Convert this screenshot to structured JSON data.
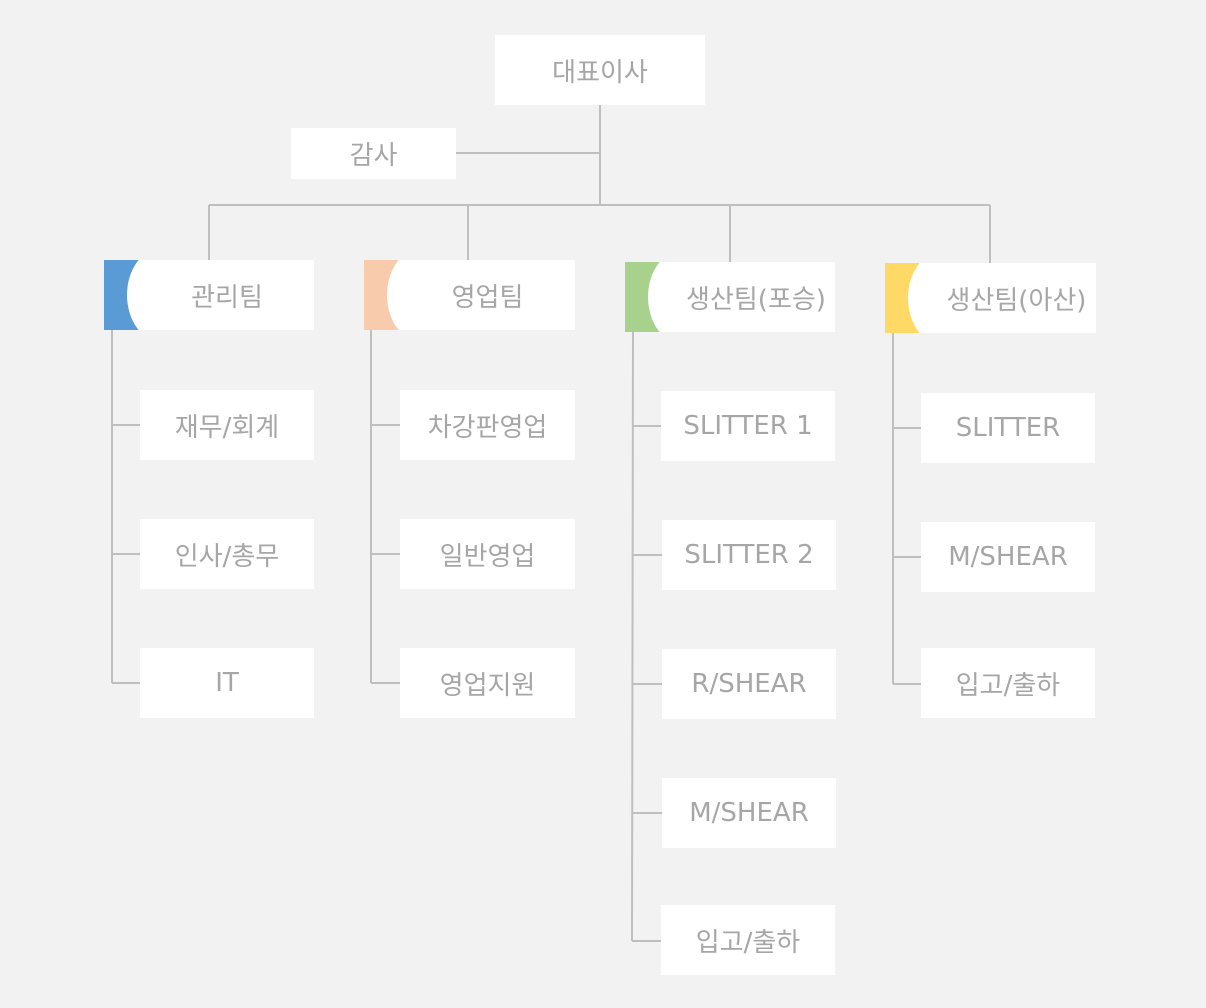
{
  "ceo": "대표이사",
  "audit": "감사",
  "teams": [
    {
      "name": "관리팀",
      "color": "#5b9bd5",
      "units": [
        "재무/회계",
        "인사/총무",
        "IT"
      ]
    },
    {
      "name": "영업팀",
      "color": "#f8cbad",
      "units": [
        "차강판영업",
        "일반영업",
        "영업지원"
      ]
    },
    {
      "name": "생산팀(포승)",
      "color": "#a9d18e",
      "units": [
        "SLITTER 1",
        "SLITTER 2",
        "R/SHEAR",
        "M/SHEAR",
        "입고/출하"
      ]
    },
    {
      "name": "생산팀(아산)",
      "color": "#ffd966",
      "units": [
        "SLITTER",
        "M/SHEAR",
        "입고/출하"
      ]
    }
  ]
}
